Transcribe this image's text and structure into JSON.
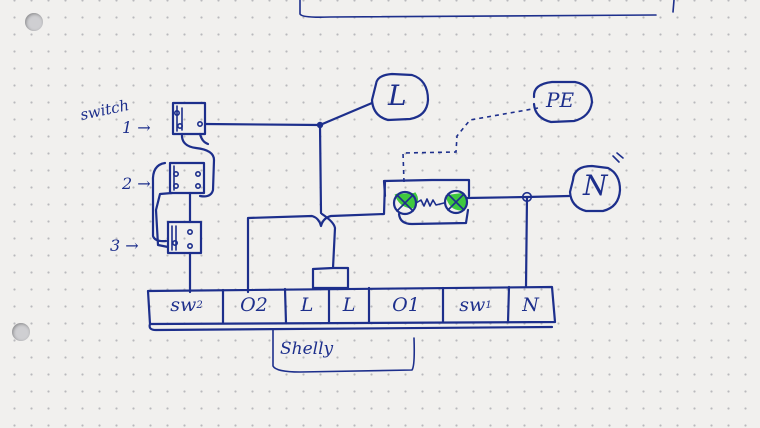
{
  "diagram": {
    "supply": {
      "live": "L",
      "neutral": "N",
      "earth": "PE"
    },
    "switch_caption": "switch",
    "switch_numbers": [
      "1",
      "2",
      "3"
    ],
    "switch_arrow": "→",
    "terminal_block": {
      "terminals": [
        {
          "name": "sw",
          "sup": "2"
        },
        {
          "name": "O2",
          "sup": ""
        },
        {
          "name": "L",
          "sup": ""
        },
        {
          "name": "L",
          "sup": ""
        },
        {
          "name": "O1",
          "sup": ""
        },
        {
          "name": "sw",
          "sup": "1"
        },
        {
          "name": "N",
          "sup": ""
        }
      ],
      "device": "Shelly"
    },
    "colors": {
      "ink": "#1d2f8c",
      "lamp_mark": "#3ec83e",
      "paper": "#f1f0ee"
    }
  }
}
